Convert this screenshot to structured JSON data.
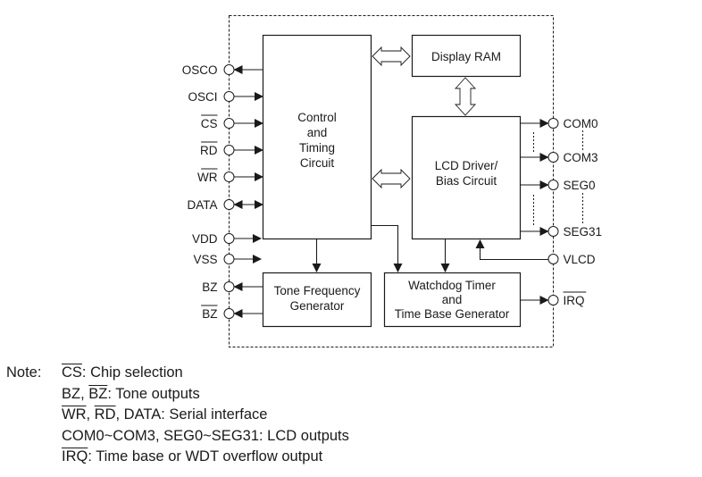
{
  "diagram": {
    "blocks": {
      "control": [
        "Control",
        "and",
        "Timing",
        "Circuit"
      ],
      "display_ram": [
        "Display RAM"
      ],
      "lcd_driver": [
        "LCD Driver/",
        "Bias Circuit"
      ],
      "tone": [
        "Tone Frequency",
        "Generator"
      ],
      "watchdog": [
        "Watchdog Timer",
        "and",
        "Time Base Generator"
      ]
    },
    "left_pins": [
      {
        "label": "OSCO",
        "overline": false,
        "direction": "out"
      },
      {
        "label": "OSCI",
        "overline": false,
        "direction": "in"
      },
      {
        "label": "CS",
        "overline": true,
        "direction": "in"
      },
      {
        "label": "RD",
        "overline": true,
        "direction": "in"
      },
      {
        "label": "WR",
        "overline": true,
        "direction": "in"
      },
      {
        "label": "DATA",
        "overline": false,
        "direction": "bidir"
      },
      {
        "label": "VDD",
        "overline": false,
        "direction": "in"
      },
      {
        "label": "VSS",
        "overline": false,
        "direction": "in"
      },
      {
        "label": "BZ",
        "overline": false,
        "direction": "out"
      },
      {
        "label": "BZ",
        "overline": true,
        "direction": "out"
      }
    ],
    "right_pins": [
      {
        "label": "COM0",
        "overline": false,
        "direction": "out"
      },
      {
        "label": "COM3",
        "overline": false,
        "direction": "out"
      },
      {
        "label": "SEG0",
        "overline": false,
        "direction": "out"
      },
      {
        "label": "SEG31",
        "overline": false,
        "direction": "out"
      },
      {
        "label": "VLCD",
        "overline": false,
        "direction": "in"
      },
      {
        "label": "IRQ",
        "overline": true,
        "direction": "out"
      }
    ]
  },
  "notes": {
    "label": "Note:",
    "lines": [
      [
        {
          "t": "CS",
          "ov": true
        },
        {
          "t": ": Chip selection",
          "ov": false
        }
      ],
      [
        {
          "t": "BZ",
          "ov": false
        },
        {
          "t": ", ",
          "ov": false
        },
        {
          "t": "BZ",
          "ov": true
        },
        {
          "t": ": Tone outputs",
          "ov": false
        }
      ],
      [
        {
          "t": "WR",
          "ov": true
        },
        {
          "t": ", ",
          "ov": false
        },
        {
          "t": "RD",
          "ov": true
        },
        {
          "t": ", DATA: Serial interface",
          "ov": false
        }
      ],
      [
        {
          "t": "COM0~COM3, SEG0~SEG31: LCD outputs",
          "ov": false
        }
      ],
      [
        {
          "t": "IRQ",
          "ov": true
        },
        {
          "t": ": Time base or WDT overflow output",
          "ov": false
        }
      ]
    ]
  }
}
